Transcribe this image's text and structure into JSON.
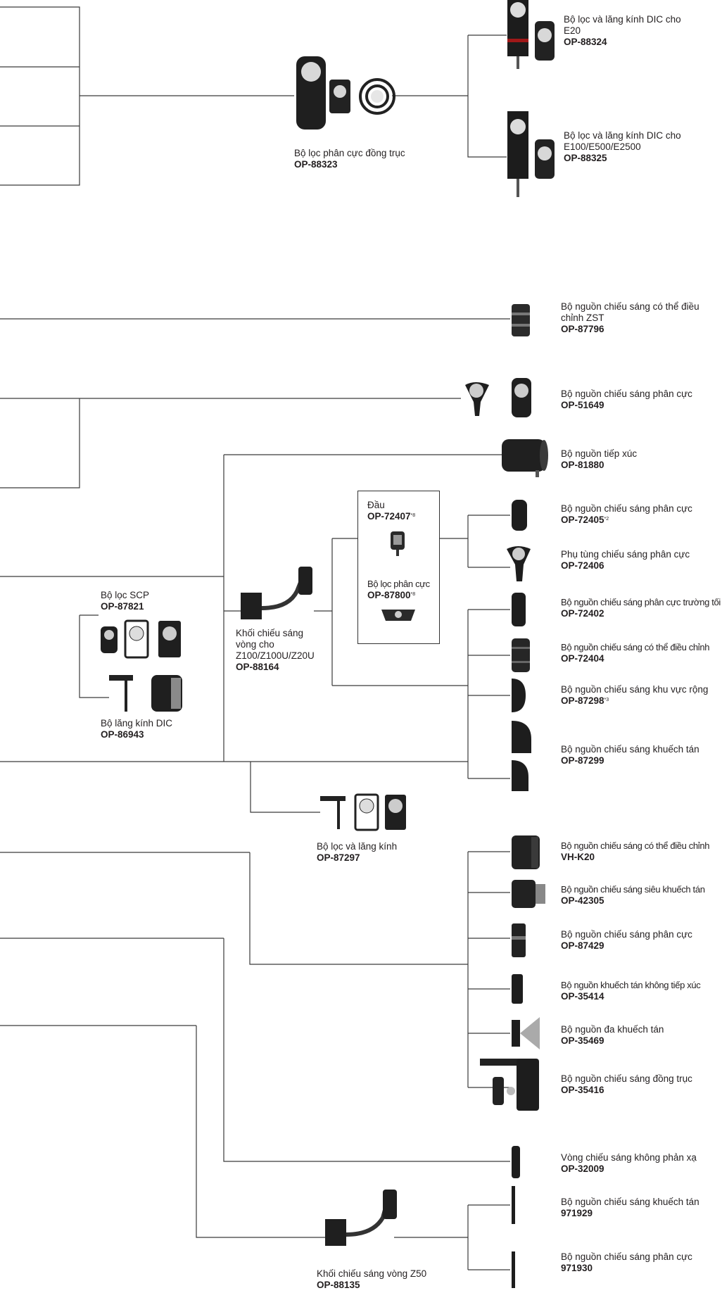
{
  "items": {
    "dic_e20": {
      "name_l1": "Bộ lọc và lăng kính DIC cho",
      "name_l2": "E20",
      "code": "OP-88324"
    },
    "dic_e100": {
      "name_l1": "Bộ lọc và lăng kính DIC cho",
      "name_l2": "E100/E500/E2500",
      "code": "OP-88325"
    },
    "coaxial_polar_filter": {
      "name": "Bộ lọc phân cực đồng trục",
      "code": "OP-88323"
    },
    "zst": {
      "name_l1": "Bộ nguồn chiếu sáng có thể điều",
      "name_l2": "chỉnh ZST",
      "code": "OP-87796"
    },
    "polar_51649": {
      "name": "Bộ nguồn chiếu sáng phân cực",
      "code": "OP-51649"
    },
    "contact": {
      "name": "Bộ nguồn tiếp xúc",
      "code": "OP-81880"
    },
    "head": {
      "name": "Đầu",
      "code": "OP-72407",
      "note": "*8"
    },
    "polar_filter_87800": {
      "name": "Bộ lọc phân cực",
      "code": "OP-87800",
      "note": "*8"
    },
    "polar_72405": {
      "name": "Bộ nguồn chiếu sáng phân cực",
      "code": "OP-72405",
      "note": "*2"
    },
    "polar_accessory": {
      "name": "Phụ tùng chiếu sáng phân cực",
      "code": "OP-72406"
    },
    "scp": {
      "name": "Bộ lọc SCP",
      "code": "OP-87821"
    },
    "ring_z100": {
      "name_l1": "Khối chiếu sáng",
      "name_l2": "vòng cho",
      "name_l3": "Z100/Z100U/Z20U",
      "code": "OP-88164"
    },
    "dark_field": {
      "name": "Bộ nguồn chiếu sáng phân cực trường tối",
      "code": "OP-72402"
    },
    "adjustable_72404": {
      "name": "Bộ nguồn chiếu sáng có thể điều chỉnh",
      "code": "OP-72404"
    },
    "wide_area": {
      "name": "Bộ nguồn chiếu sáng khu vực rộng",
      "code": "OP-87298",
      "note": "*3"
    },
    "dic_prism": {
      "name": "Bộ lăng kính DIC",
      "code": "OP-86943"
    },
    "diffuse_87299": {
      "name": "Bộ nguồn chiếu sáng khuếch tán",
      "code": "OP-87299"
    },
    "filter_prism": {
      "name": "Bộ lọc và lăng kính",
      "code": "OP-87297"
    },
    "vhk20": {
      "name": "Bộ nguồn chiếu sáng có thể điều chỉnh",
      "code": "VH-K20"
    },
    "ultra_diffuse": {
      "name": "Bộ nguồn chiếu sáng siêu khuếch tán",
      "code": "OP-42305"
    },
    "polar_87429": {
      "name": "Bộ nguồn chiếu sáng phân cực",
      "code": "OP-87429"
    },
    "noncontact_diffuse": {
      "name": "Bộ nguồn khuếch tán không tiếp xúc",
      "code": "OP-35414"
    },
    "multi_diffuse": {
      "name": "Bộ nguồn đa khuếch tán",
      "code": "OP-35469"
    },
    "coaxial_35416": {
      "name": "Bộ nguồn chiếu sáng đồng trục",
      "code": "OP-35416"
    },
    "nonreflect_ring": {
      "name": "Vòng chiếu sáng không phản xạ",
      "code": "OP-32009"
    },
    "diffuse_971929": {
      "name": "Bộ nguồn chiếu sáng khuếch tán",
      "code": "971929"
    },
    "polar_971930": {
      "name": "Bộ nguồn chiếu sáng phân cực",
      "code": "971930"
    },
    "ring_z50": {
      "name": "Khối chiếu sáng vòng Z50",
      "code": "OP-88135"
    }
  }
}
